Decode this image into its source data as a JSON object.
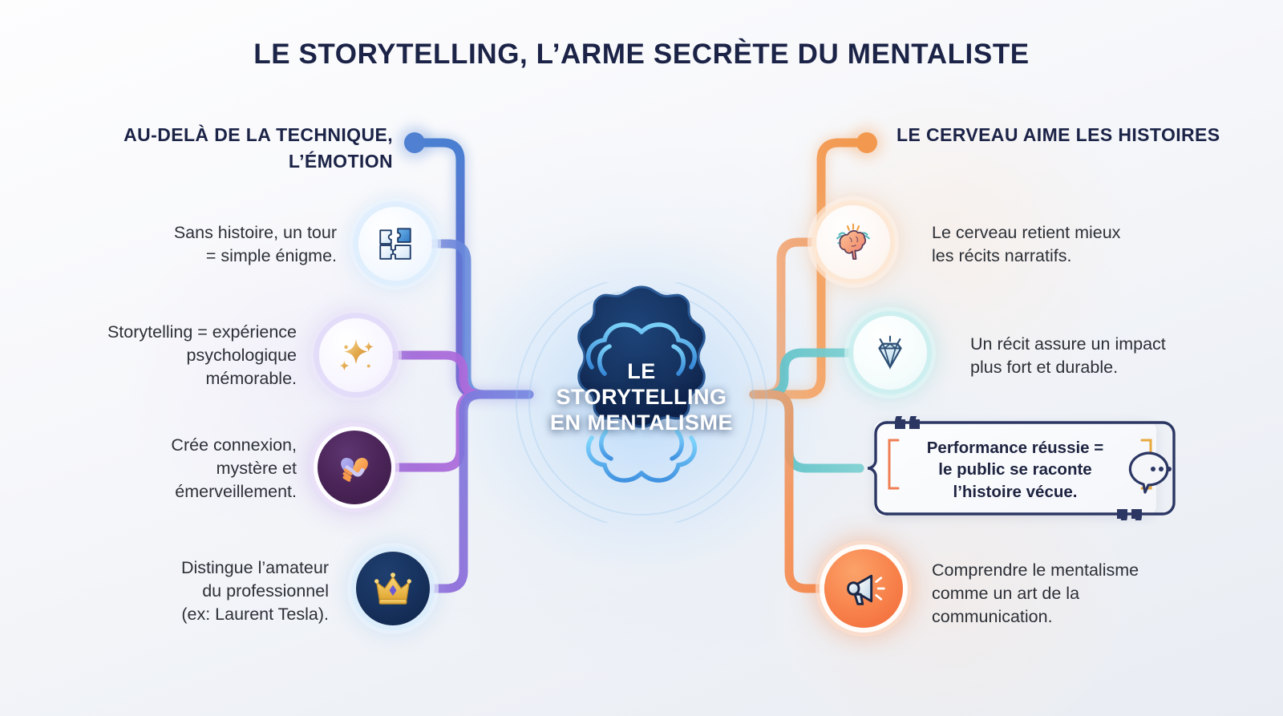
{
  "title": "LE STORYTELLING, L’ARME SECRÈTE DU MENTALISTE",
  "center": {
    "label": "LE\nSTORYTELLING\nEN MENTALISME",
    "icon": "brain-icon",
    "color": "#132a5a"
  },
  "columns": {
    "left": {
      "heading": "AU-DELÀ DE LA\nTECHNIQUE, L’ÉMOTION",
      "accent": "#6d63c6",
      "items": [
        {
          "text": "Sans histoire, un tour\n= simple énigme.",
          "icon": "puzzle-icon",
          "color": "#2f5fa8"
        },
        {
          "text": "Storytelling = expérience\npsychologique\nmémorable.",
          "icon": "sparkles-icon",
          "color": "#e0a64b"
        },
        {
          "text": "Crée connexion,\nmystère et\némerveillement.",
          "icon": "handshake-heart-icon",
          "color": "#8a5fd0"
        },
        {
          "text": "Distingue l’amateur\ndu professionnel\n(ex: Laurent Tesla).",
          "icon": "crown-icon",
          "color": "#f0bf4e"
        }
      ]
    },
    "right": {
      "heading": "LE CERVEAU AIME\nLES HISTOIRES",
      "accent": "#ef8a4f",
      "items": [
        {
          "text": "Le cerveau retient mieux\nles récits narratifs.",
          "icon": "brain-idea-icon",
          "color": "#f2956b"
        },
        {
          "text": "Un récit assure un impact\nplus fort et durable.",
          "icon": "diamond-icon",
          "color": "#5ec4c6"
        },
        {
          "text": "Comprendre le mentalisme\ncomme un art de la\ncommunication.",
          "icon": "megaphone-icon",
          "color": "#f5813f"
        }
      ]
    }
  },
  "quote": {
    "text": "Performance réussie =\nle public se raconte\nl’histoire vécue.",
    "open_quote": "“",
    "close_quote": "”",
    "bubble_icon": "speech-bubble-dots-icon",
    "frame_color": "#2b3663",
    "corner_left_color": "#ef7f55",
    "corner_right_color": "#e8a93f"
  },
  "palette": {
    "title_color": "#1b2347",
    "body_text": "#2c3037",
    "left_wire_start": "#4a7fd1",
    "left_wire_end": "#9a63d6",
    "right_wire_start": "#ef8a4f",
    "right_wire_end": "#5ec4c6"
  }
}
